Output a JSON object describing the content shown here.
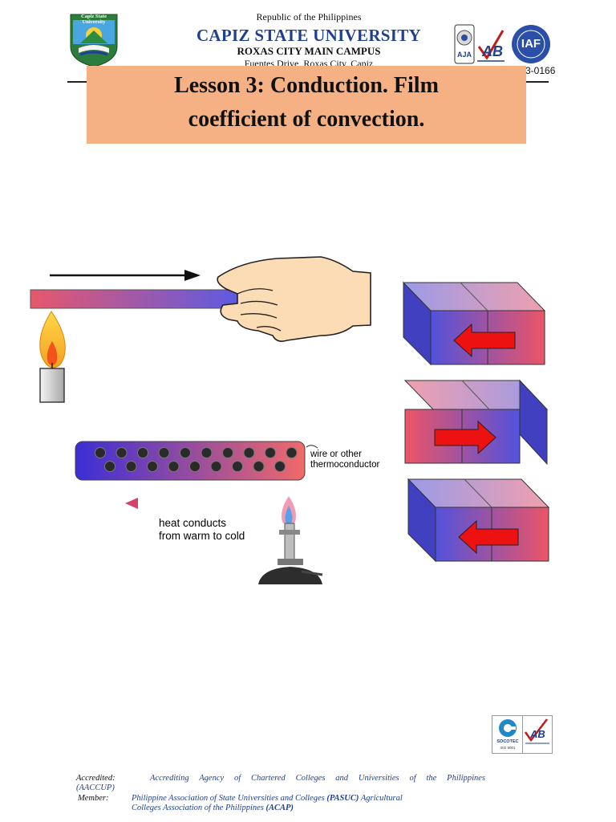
{
  "header": {
    "republic": "Republic of the Philippines",
    "university": "CAPIZ STATE UNIVERSITY",
    "campus": "ROXAS CITY MAIN CAMPUS",
    "address": "Fuentes Drive, Roxas City, Capiz",
    "phone": "3-0166",
    "seal_text": "Capiz State University",
    "logo_aja": "AJA",
    "logo_ab": "AB",
    "logo_iaf": "IAF"
  },
  "lesson": {
    "title_line1": "Lesson 3: Conduction. Film",
    "title_line2": "coefficient of convection."
  },
  "figure": {
    "wire_label_1": "wire or other",
    "wire_label_2": "thermoconductor",
    "heat_label_1": "heat conducts",
    "heat_label_2": "from warm to cold"
  },
  "footer": {
    "accredited_label": "Accredited:",
    "accredited_text": "Accrediting Agency of Chartered Colleges and Universities of the Philippines",
    "accredited_abbr": "(AACCUP)",
    "member_label": "Member:",
    "member_text_a": "Philippine Association of State Universities and Colleges ",
    "member_abbr_a": "(PASUC)",
    "member_text_b": " Agricultural",
    "member_text_c": "Colleges Association of the Philippines ",
    "member_abbr_b": "(ACAP)",
    "socotec": "SOCOTEC",
    "iso": "ISO 9001",
    "ab_small": "AB"
  },
  "colors": {
    "university_blue": "#1f3f8f",
    "banner": "#f5b183",
    "hot": "#e8506a",
    "cold": "#4a4ad8",
    "arrow_red": "#ee1111"
  }
}
